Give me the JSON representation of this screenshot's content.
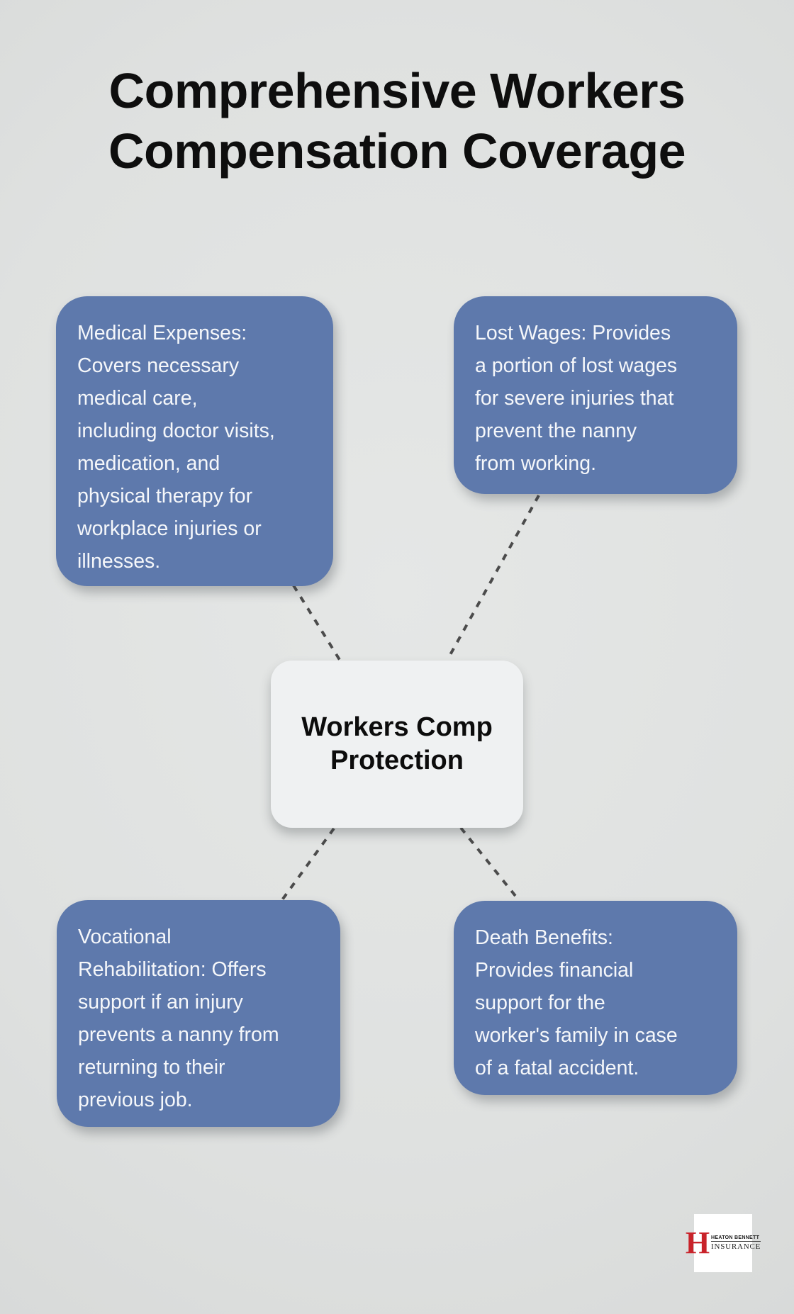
{
  "title": {
    "line1": "Comprehensive Workers",
    "line2": "Compensation Coverage"
  },
  "center_node": {
    "label": "Workers Comp\nProtection"
  },
  "nodes": [
    {
      "id": "medical-expenses",
      "text": "Medical Expenses:\nCovers necessary\nmedical care,\nincluding doctor visits,\nmedication, and\nphysical therapy for\nworkplace injuries or\nillnesses."
    },
    {
      "id": "lost-wages",
      "text": "Lost Wages: Provides\na portion of lost wages\nfor severe injuries that\nprevent the nanny\nfrom working."
    },
    {
      "id": "vocational-rehabilitation",
      "text": "Vocational\nRehabilitation: Offers\nsupport if an injury\nprevents a nanny from\nreturning to their\nprevious job."
    },
    {
      "id": "death-benefits",
      "text": "Death Benefits:\nProvides financial\nsupport for the\nworker's family in case\nof a fatal accident."
    }
  ],
  "logo": {
    "monogram": "H",
    "name": "HEATON BENNETT",
    "tagline": "INSURANCE"
  },
  "colors": {
    "background": "#dfe1e0",
    "node_fill": "#5e79ac",
    "node_text": "#f5f7fa",
    "center_fill": "#eff1f2",
    "title_text": "#0e0e0e",
    "connector": "#4b4b4b",
    "logo_red": "#c9232a"
  }
}
